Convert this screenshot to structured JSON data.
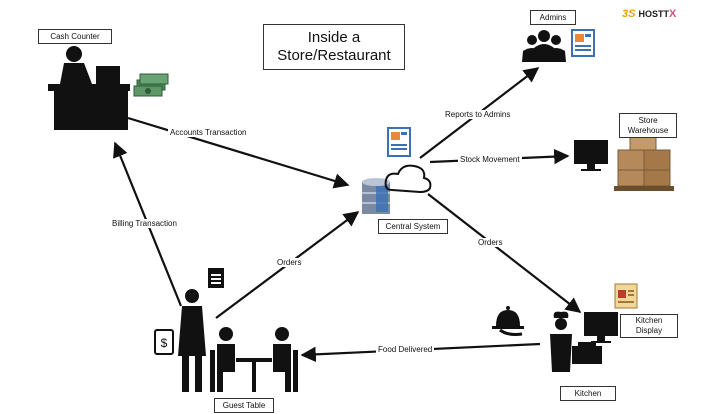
{
  "title": {
    "line1": "Inside a",
    "line2": "Store/Restaurant"
  },
  "logo": {
    "mark": "3S",
    "text": "HOSTT",
    "accent": "X"
  },
  "nodes": {
    "cash_counter": {
      "label": "Cash Counter"
    },
    "admins": {
      "label": "Admins"
    },
    "store_warehouse": {
      "line1": "Store",
      "line2": "Warehouse"
    },
    "central_system": {
      "label": "Central System"
    },
    "kitchen_display": {
      "line1": "Kitchen",
      "line2": "Display"
    },
    "kitchen": {
      "label": "Kitchen"
    },
    "guest_table": {
      "label": "Guest Table"
    }
  },
  "edges": {
    "accounts": "Accounts Transaction",
    "reports": "Reports to Admins",
    "stock": "Stock Movement",
    "billing": "Billing Transaction",
    "orders_guest": "Orders",
    "orders_kitchen": "Orders",
    "food_delivered": "Food Delivered"
  },
  "colors": {
    "ink": "#111111",
    "report_blue": "#3b6fb6",
    "report_orange": "#e8883a",
    "box": "#8a6a3e",
    "cash_green": "#4f8a5b"
  }
}
